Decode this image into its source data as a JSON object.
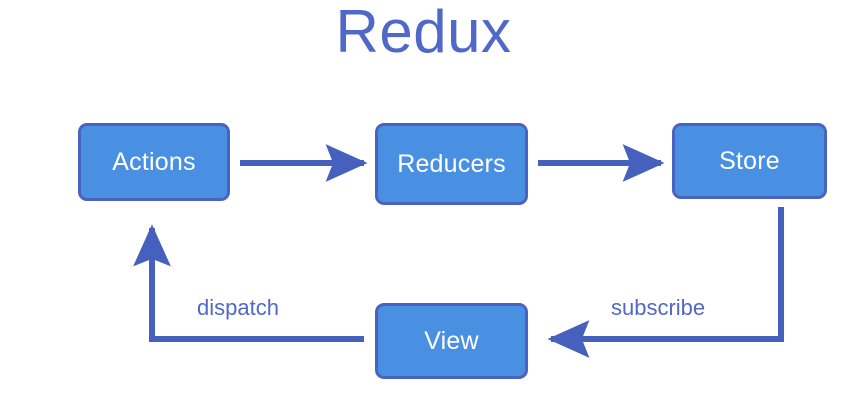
{
  "title": "Redux",
  "colors": {
    "title_text": "#5068c8",
    "node_fill": "#4a90e2",
    "node_border": "#4a63c0",
    "node_text": "#ffffff",
    "arrow": "#4560bd",
    "label_text": "#5068c8",
    "background": "#ffffff"
  },
  "nodes": [
    {
      "id": "actions",
      "label": "Actions"
    },
    {
      "id": "reducers",
      "label": "Reducers"
    },
    {
      "id": "store",
      "label": "Store"
    },
    {
      "id": "view",
      "label": "View"
    }
  ],
  "edges": [
    {
      "id": "actions-to-reducers",
      "from": "actions",
      "to": "reducers",
      "label": ""
    },
    {
      "id": "reducers-to-store",
      "from": "reducers",
      "to": "store",
      "label": ""
    },
    {
      "id": "store-to-view",
      "from": "store",
      "to": "view",
      "label": "subscribe"
    },
    {
      "id": "view-to-actions",
      "from": "view",
      "to": "actions",
      "label": "dispatch"
    }
  ],
  "labels": {
    "dispatch": "dispatch",
    "subscribe": "subscribe"
  }
}
